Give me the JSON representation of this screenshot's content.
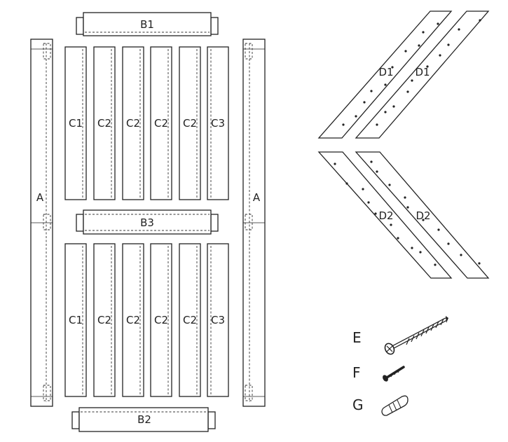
{
  "labels": {
    "a_left": "A",
    "a_right": "A",
    "b1": "B1",
    "b2": "B2",
    "b3": "B3",
    "c_row_top": [
      "C1",
      "C2",
      "C2",
      "C2",
      "C2",
      "C3"
    ],
    "c_row_bottom": [
      "C1",
      "C2",
      "C2",
      "C2",
      "C2",
      "C3"
    ],
    "d1": [
      "D1",
      "D1"
    ],
    "d2": [
      "D2",
      "D2"
    ],
    "hardware": [
      "E",
      "F",
      "G"
    ]
  }
}
